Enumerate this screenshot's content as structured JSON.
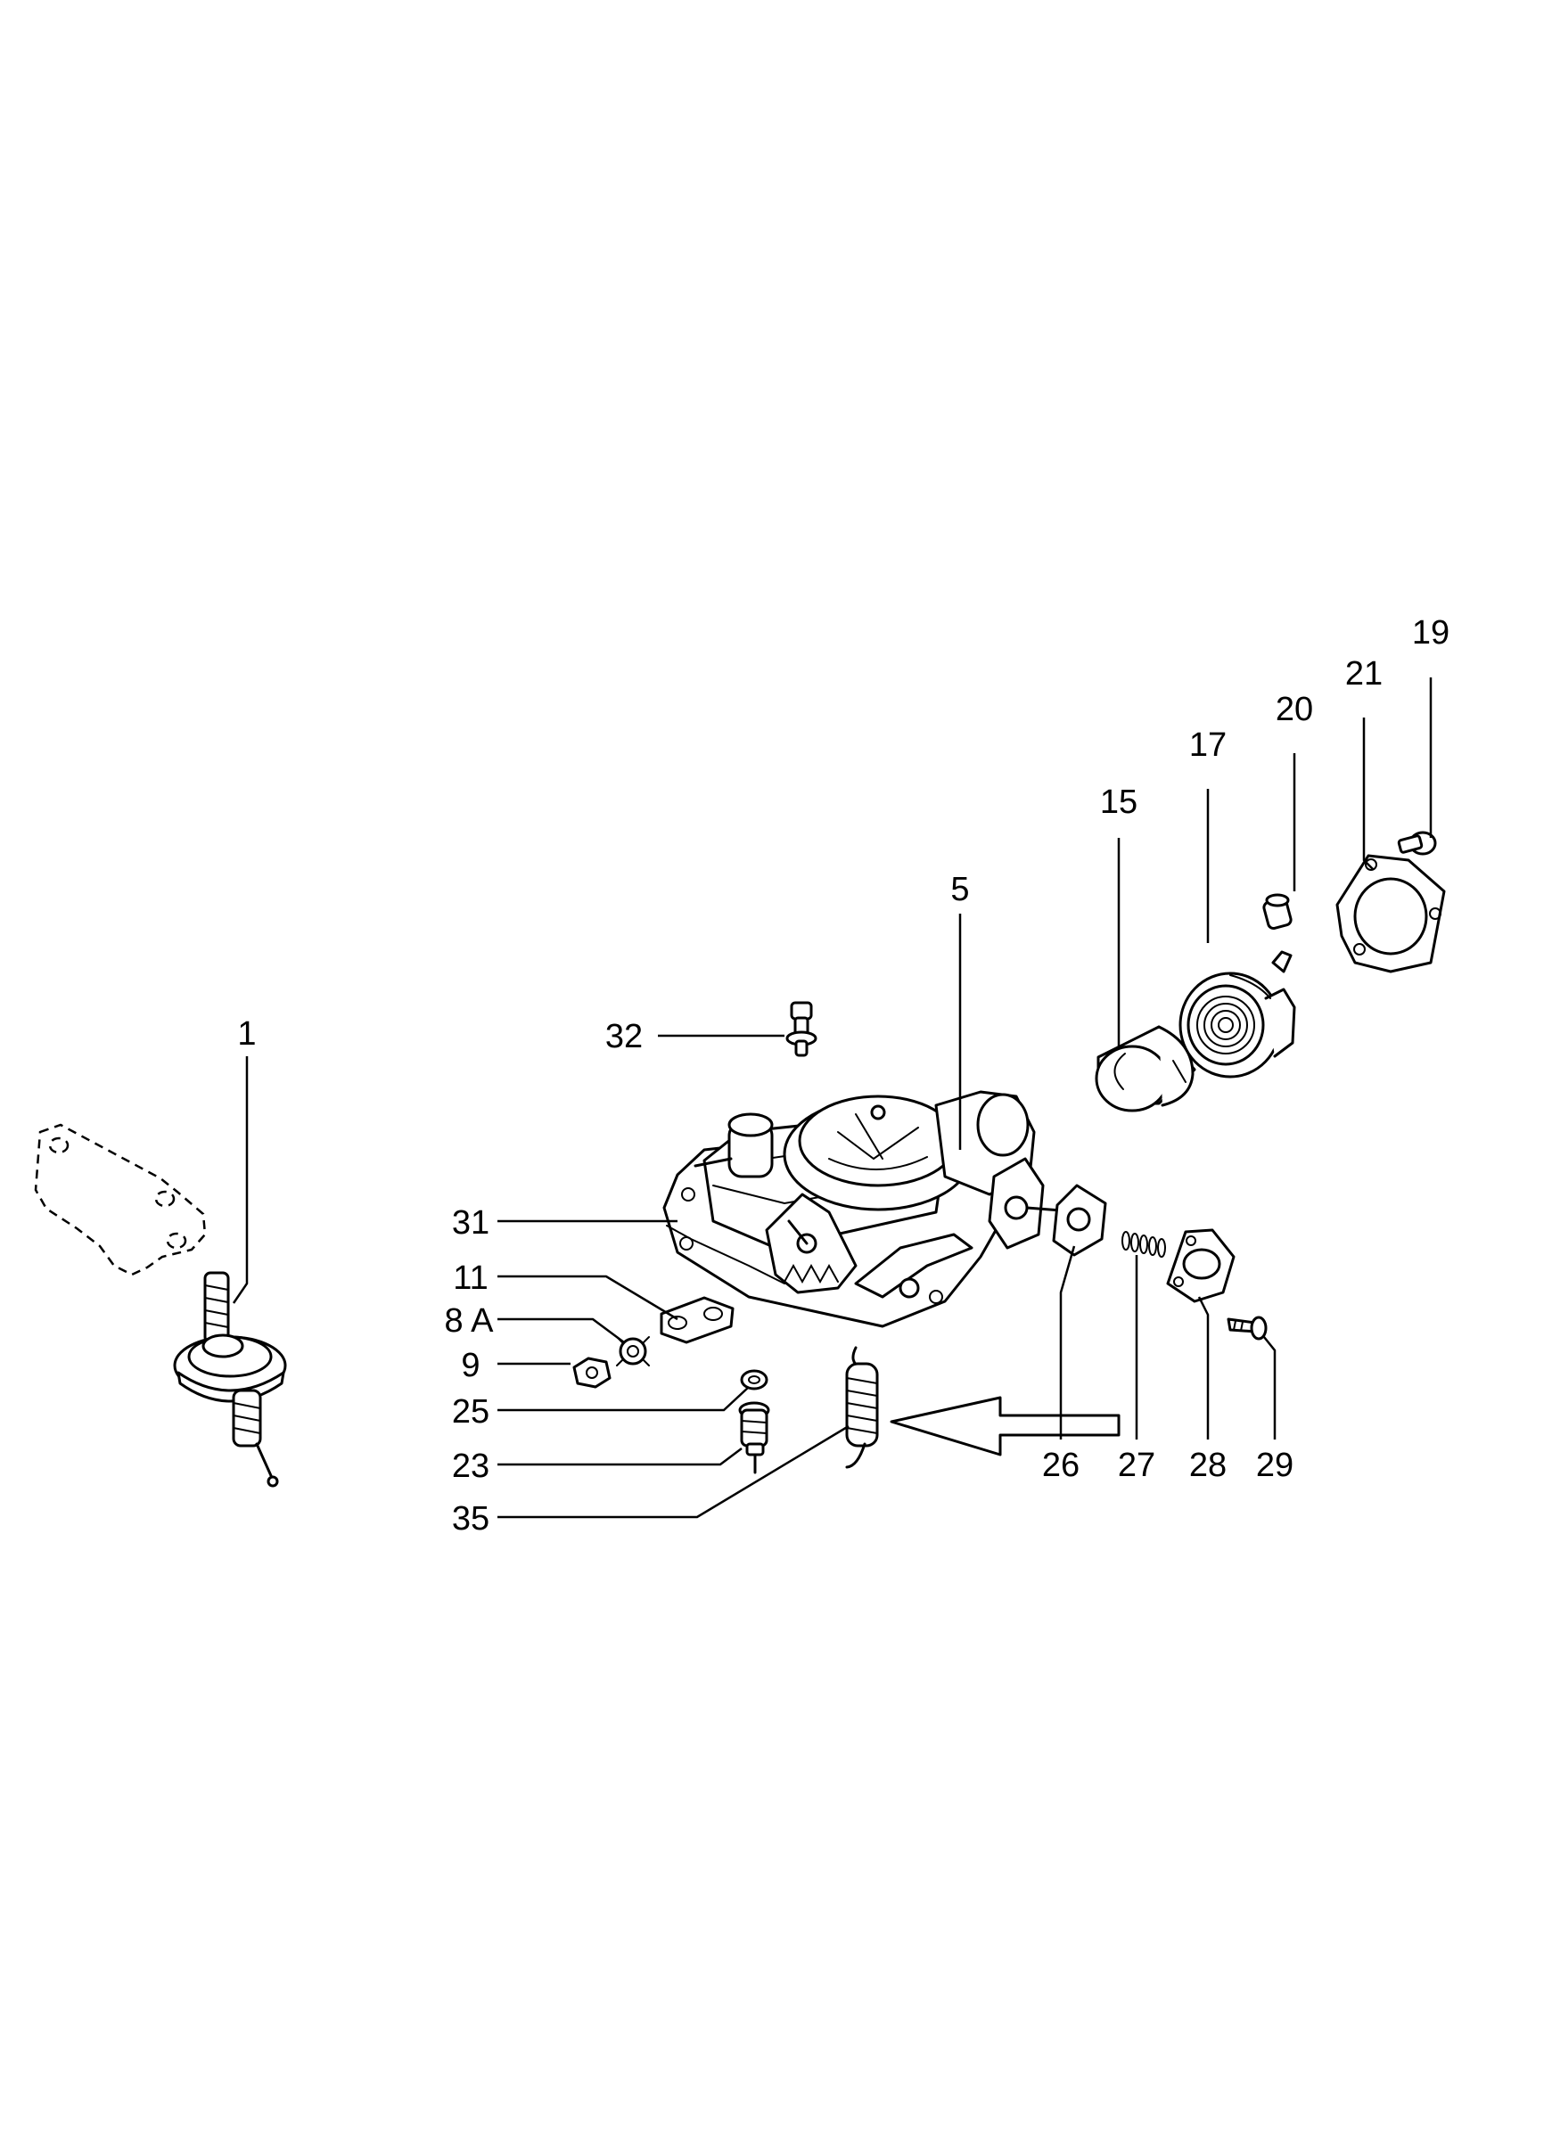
{
  "diagram": {
    "labels": {
      "p1": "1",
      "p5": "5",
      "p8a": "8 A",
      "p9": "9",
      "p11": "11",
      "p15": "15",
      "p17": "17",
      "p19": "19",
      "p20": "20",
      "p21": "21",
      "p23": "23",
      "p25": "25",
      "p26": "26",
      "p27": "27",
      "p28": "28",
      "p29": "29",
      "p31": "31",
      "p32": "32",
      "p35": "35"
    }
  }
}
